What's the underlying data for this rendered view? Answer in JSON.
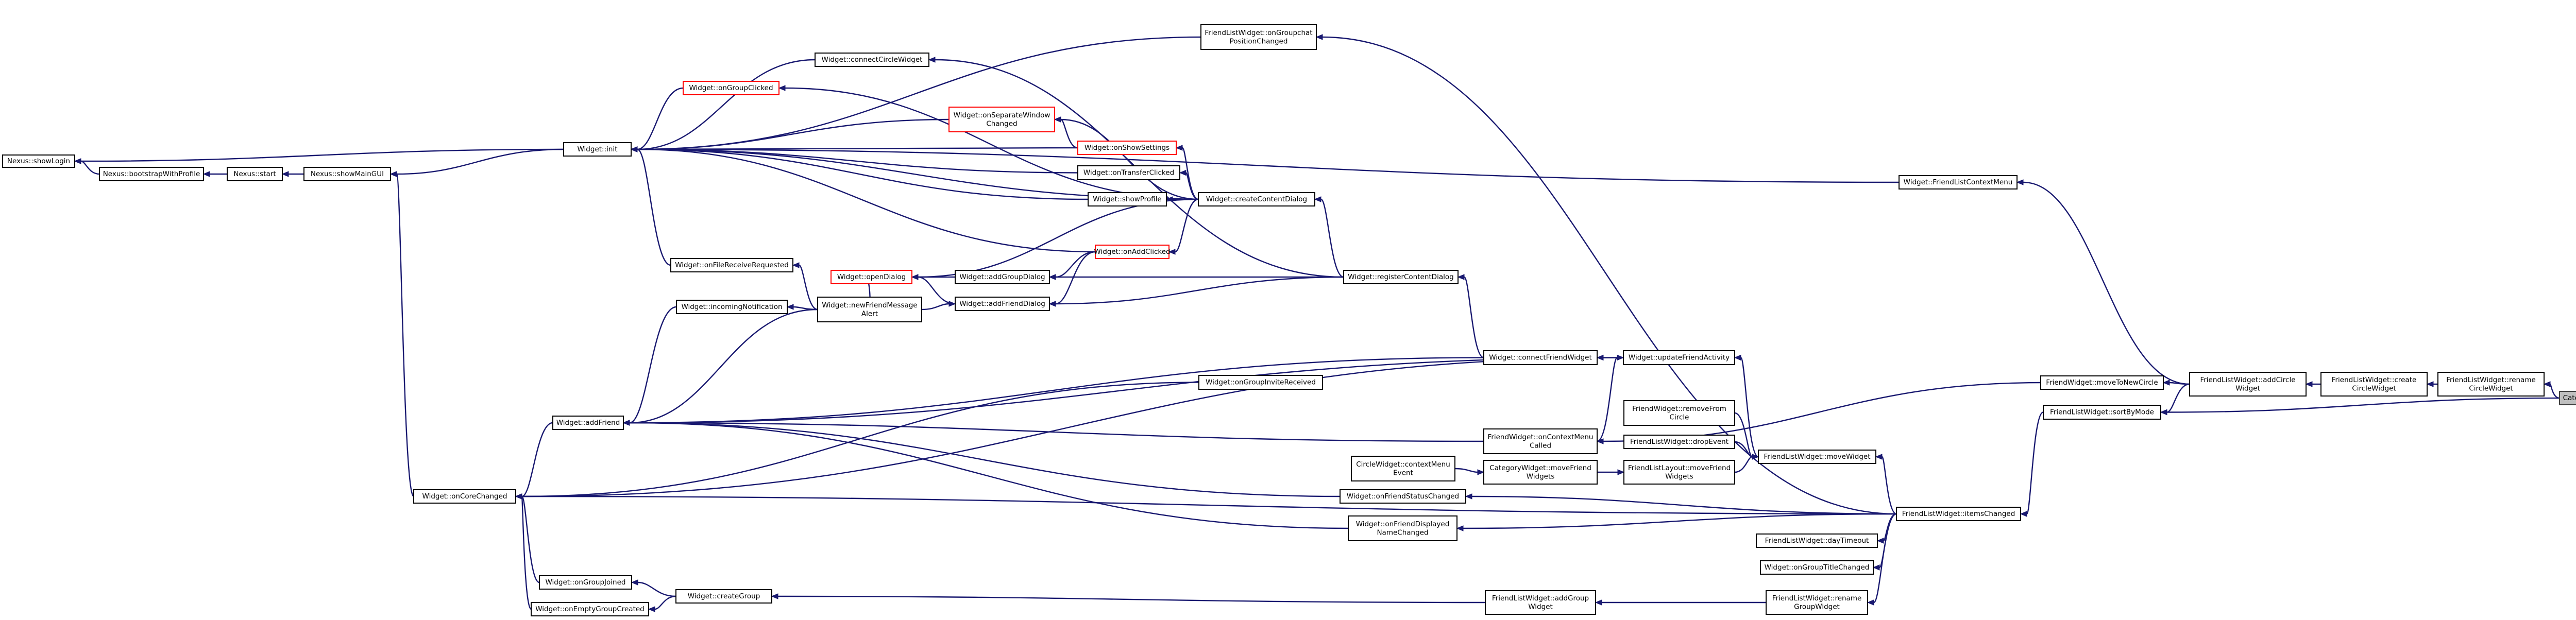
{
  "diagram": {
    "nodes": [
      {
        "id": "showLogin",
        "lines": [
          "Nexus::showLogin"
        ]
      },
      {
        "id": "bootstrap",
        "lines": [
          "Nexus::bootstrapWithProfile"
        ]
      },
      {
        "id": "start",
        "lines": [
          "Nexus::start"
        ]
      },
      {
        "id": "showMainGUI",
        "lines": [
          "Nexus::showMainGUI"
        ]
      },
      {
        "id": "init",
        "lines": [
          "Widget::init"
        ]
      },
      {
        "id": "connectCircle",
        "lines": [
          "Widget::connectCircleWidget"
        ]
      },
      {
        "id": "onGroupClicked",
        "lines": [
          "Widget::onGroupClicked"
        ],
        "style": "red"
      },
      {
        "id": "onSeparate",
        "lines": [
          "Widget::onSeparateWindow",
          "Changed"
        ],
        "style": "red"
      },
      {
        "id": "onShowSettings",
        "lines": [
          "Widget::onShowSettings"
        ],
        "style": "red"
      },
      {
        "id": "onTransfer",
        "lines": [
          "Widget::onTransferClicked"
        ]
      },
      {
        "id": "showProfile",
        "lines": [
          "Widget::showProfile"
        ]
      },
      {
        "id": "createContent",
        "lines": [
          "Widget::createContentDialog"
        ]
      },
      {
        "id": "onAddClicked",
        "lines": [
          "Widget::onAddClicked"
        ],
        "style": "red"
      },
      {
        "id": "onFileRecv",
        "lines": [
          "Widget::onFileReceiveRequested"
        ]
      },
      {
        "id": "openDialog",
        "lines": [
          "Widget::openDialog"
        ],
        "style": "red"
      },
      {
        "id": "addGroupDialog",
        "lines": [
          "Widget::addGroupDialog"
        ]
      },
      {
        "id": "addFriendDialog",
        "lines": [
          "Widget::addFriendDialog"
        ]
      },
      {
        "id": "registerContent",
        "lines": [
          "Widget::registerContentDialog"
        ]
      },
      {
        "id": "incomingNotif",
        "lines": [
          "Widget::incomingNotification"
        ]
      },
      {
        "id": "newFriendMsg",
        "lines": [
          "Widget::newFriendMessage",
          "Alert"
        ]
      },
      {
        "id": "addFriend",
        "lines": [
          "Widget::addFriend"
        ]
      },
      {
        "id": "onCoreChanged",
        "lines": [
          "Widget::onCoreChanged"
        ]
      },
      {
        "id": "onGroupJoined",
        "lines": [
          "Widget::onGroupJoined"
        ]
      },
      {
        "id": "onEmptyGroup",
        "lines": [
          "Widget::onEmptyGroupCreated"
        ]
      },
      {
        "id": "createGroup",
        "lines": [
          "Widget::createGroup"
        ]
      },
      {
        "id": "onGroupInvite",
        "lines": [
          "Widget::onGroupInviteReceived"
        ]
      },
      {
        "id": "connectFriend",
        "lines": [
          "Widget::connectFriendWidget"
        ]
      },
      {
        "id": "updateActivity",
        "lines": [
          "Widget::updateFriendActivity"
        ]
      },
      {
        "id": "onGroupchatPos",
        "lines": [
          "FriendListWidget::onGroupchat",
          "PositionChanged"
        ]
      },
      {
        "id": "flContextMenu",
        "lines": [
          "Widget::FriendListContextMenu"
        ]
      },
      {
        "id": "onFriendStatus",
        "lines": [
          "Widget::onFriendStatusChanged"
        ]
      },
      {
        "id": "onFriendDisplayed",
        "lines": [
          "Widget::onFriendDisplayed",
          "NameChanged"
        ]
      },
      {
        "id": "fwContextMenu",
        "lines": [
          "FriendWidget::onContextMenu",
          "Called"
        ]
      },
      {
        "id": "circleContext",
        "lines": [
          "CircleWidget::contextMenu",
          "Event"
        ]
      },
      {
        "id": "catMoveFriend",
        "lines": [
          "CategoryWidget::moveFriend",
          "Widgets"
        ]
      },
      {
        "id": "fwRemoveFrom",
        "lines": [
          "FriendWidget::removeFrom",
          "Circle"
        ]
      },
      {
        "id": "flDropEvent",
        "lines": [
          "FriendListWidget::dropEvent"
        ]
      },
      {
        "id": "flLayoutMove",
        "lines": [
          "FriendListLayout::moveFriend",
          "Widgets"
        ]
      },
      {
        "id": "flMoveWidget",
        "lines": [
          "FriendListWidget::moveWidget"
        ]
      },
      {
        "id": "flItemsChanged",
        "lines": [
          "FriendListWidget::itemsChanged"
        ]
      },
      {
        "id": "flDayTimeout",
        "lines": [
          "FriendListWidget::dayTimeout"
        ]
      },
      {
        "id": "onGroupTitle",
        "lines": [
          "Widget::onGroupTitleChanged"
        ]
      },
      {
        "id": "flAddGroup",
        "lines": [
          "FriendListWidget::addGroup",
          "Widget"
        ]
      },
      {
        "id": "flRenameGroup",
        "lines": [
          "FriendListWidget::rename",
          "GroupWidget"
        ]
      },
      {
        "id": "fwMoveToNew",
        "lines": [
          "FriendWidget::moveToNewCircle"
        ]
      },
      {
        "id": "flSortByMode",
        "lines": [
          "FriendListWidget::sortByMode"
        ]
      },
      {
        "id": "flAddCircle",
        "lines": [
          "FriendListWidget::addCircle",
          "Widget"
        ]
      },
      {
        "id": "flCreateCircle",
        "lines": [
          "FriendListWidget::create",
          "CircleWidget"
        ]
      },
      {
        "id": "flRenameCircle",
        "lines": [
          "FriendListWidget::rename",
          "CircleWidget"
        ]
      },
      {
        "id": "catSetName",
        "lines": [
          "CategoryWidget::setName"
        ],
        "style": "root"
      }
    ],
    "edges": [
      [
        "bootstrap",
        "showLogin"
      ],
      [
        "start",
        "bootstrap"
      ],
      [
        "showMainGUI",
        "start"
      ],
      [
        "init",
        "showLogin"
      ],
      [
        "init",
        "showMainGUI"
      ],
      [
        "onCoreChanged",
        "showMainGUI"
      ],
      [
        "connectCircle",
        "init"
      ],
      [
        "onGroupClicked",
        "init"
      ],
      [
        "onSeparate",
        "init"
      ],
      [
        "onShowSettings",
        "init"
      ],
      [
        "onTransfer",
        "init"
      ],
      [
        "showProfile",
        "init"
      ],
      [
        "createContent",
        "init"
      ],
      [
        "onAddClicked",
        "init"
      ],
      [
        "onFileRecv",
        "init"
      ],
      [
        "onGroupchatPos",
        "init"
      ],
      [
        "flContextMenu",
        "init"
      ],
      [
        "registerContent",
        "createContent"
      ],
      [
        "createContent",
        "onGroupClicked"
      ],
      [
        "createContent",
        "onSeparate"
      ],
      [
        "createContent",
        "onShowSettings"
      ],
      [
        "onShowSettings",
        "onSeparate"
      ],
      [
        "createContent",
        "onTransfer"
      ],
      [
        "createContent",
        "showProfile"
      ],
      [
        "createContent",
        "onAddClicked"
      ],
      [
        "createContent",
        "openDialog"
      ],
      [
        "registerContent",
        "connectCircle"
      ],
      [
        "onAddClicked",
        "addGroupDialog"
      ],
      [
        "onAddClicked",
        "addFriendDialog"
      ],
      [
        "registerContent",
        "addGroupDialog"
      ],
      [
        "registerContent",
        "addFriendDialog"
      ],
      [
        "addGroupDialog",
        "openDialog"
      ],
      [
        "addFriendDialog",
        "openDialog"
      ],
      [
        "newFriendMsg",
        "onFileRecv"
      ],
      [
        "newFriendMsg",
        "openDialog"
      ],
      [
        "newFriendMsg",
        "addFriendDialog"
      ],
      [
        "newFriendMsg",
        "incomingNotif"
      ],
      [
        "incomingNotif",
        "addFriend"
      ],
      [
        "newFriendMsg",
        "addFriend"
      ],
      [
        "connectFriend",
        "registerContent"
      ],
      [
        "connectFriend",
        "addFriend"
      ],
      [
        "updateActivity",
        "connectFriend"
      ],
      [
        "updateActivity",
        "addFriend"
      ],
      [
        "updateActivity",
        "onCoreChanged"
      ],
      [
        "fwContextMenu",
        "updateActivity"
      ],
      [
        "flMoveWidget",
        "updateActivity"
      ],
      [
        "addFriend",
        "onCoreChanged"
      ],
      [
        "onGroupInvite",
        "onCoreChanged"
      ],
      [
        "onGroupJoined",
        "onCoreChanged"
      ],
      [
        "onEmptyGroup",
        "onCoreChanged"
      ],
      [
        "createGroup",
        "onGroupJoined"
      ],
      [
        "createGroup",
        "onEmptyGroup"
      ],
      [
        "flAddGroup",
        "createGroup"
      ],
      [
        "fwContextMenu",
        "addFriend"
      ],
      [
        "onFriendStatus",
        "addFriend"
      ],
      [
        "onFriendDisplayed",
        "addFriend"
      ],
      [
        "circleContext",
        "catMoveFriend"
      ],
      [
        "catMoveFriend",
        "flLayoutMove"
      ],
      [
        "flLayoutMove",
        "flMoveWidget"
      ],
      [
        "fwRemoveFrom",
        "flMoveWidget"
      ],
      [
        "flDropEvent",
        "flMoveWidget"
      ],
      [
        "flItemsChanged",
        "flMoveWidget"
      ],
      [
        "flItemsChanged",
        "onFriendStatus"
      ],
      [
        "flItemsChanged",
        "onFriendDisplayed"
      ],
      [
        "flItemsChanged",
        "onCoreChanged"
      ],
      [
        "flItemsChanged",
        "flDayTimeout"
      ],
      [
        "flItemsChanged",
        "onGroupTitle"
      ],
      [
        "flItemsChanged",
        "flRenameGroup"
      ],
      [
        "flItemsChanged",
        "onGroupchatPos"
      ],
      [
        "flRenameGroup",
        "flAddGroup"
      ],
      [
        "flSortByMode",
        "flItemsChanged"
      ],
      [
        "flAddCircle",
        "flSortByMode"
      ],
      [
        "flAddCircle",
        "fwMoveToNew"
      ],
      [
        "flAddCircle",
        "flContextMenu"
      ],
      [
        "fwMoveToNew",
        "fwContextMenu"
      ],
      [
        "flCreateCircle",
        "flAddCircle"
      ],
      [
        "flRenameCircle",
        "flCreateCircle"
      ],
      [
        "catSetName",
        "flRenameCircle"
      ],
      [
        "catSetName",
        "flSortByMode"
      ]
    ]
  }
}
